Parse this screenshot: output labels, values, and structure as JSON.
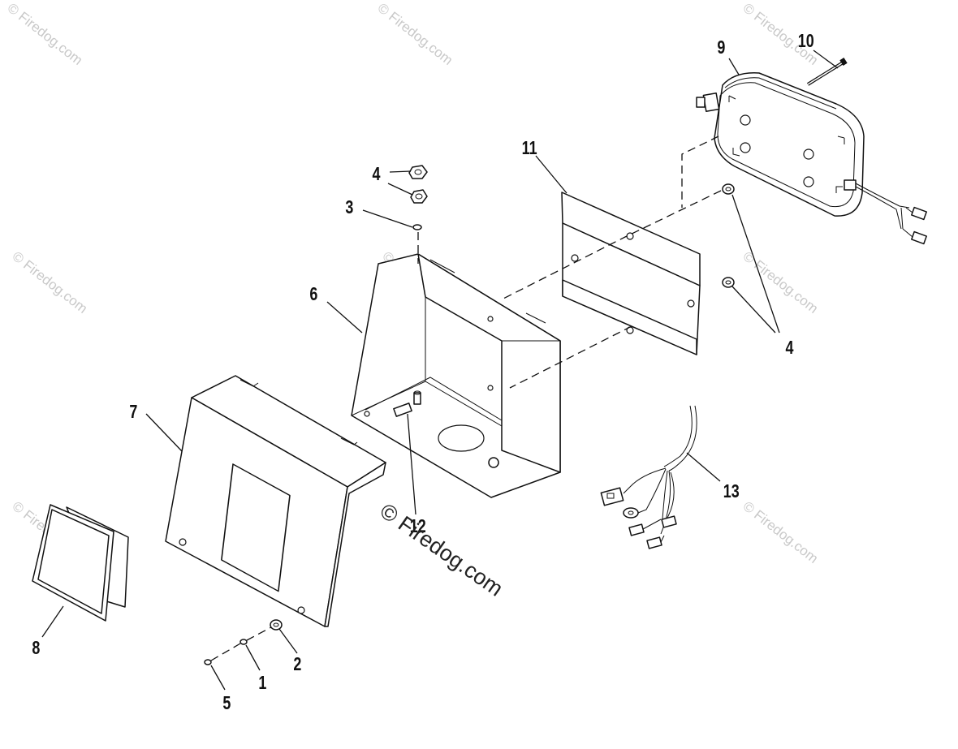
{
  "callouts": {
    "c1": "1",
    "c2": "2",
    "c3": "3",
    "c4a": "4",
    "c4b": "4",
    "c5": "5",
    "c6": "6",
    "c7": "7",
    "c8": "8",
    "c9": "9",
    "c10": "10",
    "c11": "11",
    "c12": "12",
    "c13": "13"
  },
  "watermark": {
    "text": "© Firedog.com",
    "center_text": "© Firedog.com"
  },
  "colors": {
    "line": "#111111",
    "background": "#ffffff",
    "watermark": "#c9c9c9"
  }
}
